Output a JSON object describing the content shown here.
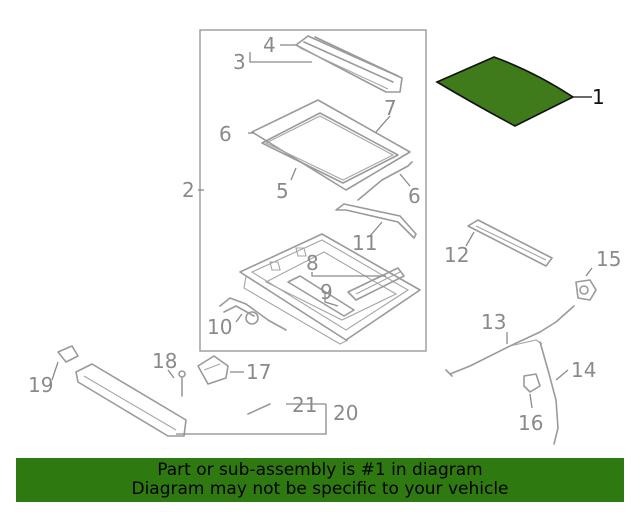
{
  "colors": {
    "highlight_fill": "#3f7a1b",
    "banner_bg": "#2f7a10",
    "part_stroke": "#9a9a9a",
    "label_gray": "#8a8a8a",
    "label_active": "#111111"
  },
  "callouts": [
    {
      "id": "1",
      "label": "1",
      "active": true
    },
    {
      "id": "2",
      "label": "2"
    },
    {
      "id": "3",
      "label": "3"
    },
    {
      "id": "4",
      "label": "4"
    },
    {
      "id": "5",
      "label": "5"
    },
    {
      "id": "6a",
      "label": "6"
    },
    {
      "id": "6b",
      "label": "6"
    },
    {
      "id": "7",
      "label": "7"
    },
    {
      "id": "8",
      "label": "8"
    },
    {
      "id": "9",
      "label": "9"
    },
    {
      "id": "10",
      "label": "10"
    },
    {
      "id": "11",
      "label": "11"
    },
    {
      "id": "12",
      "label": "12"
    },
    {
      "id": "13",
      "label": "13"
    },
    {
      "id": "14",
      "label": "14"
    },
    {
      "id": "15",
      "label": "15"
    },
    {
      "id": "16",
      "label": "16"
    },
    {
      "id": "17",
      "label": "17"
    },
    {
      "id": "18",
      "label": "18"
    },
    {
      "id": "19",
      "label": "19"
    },
    {
      "id": "20",
      "label": "20"
    },
    {
      "id": "21",
      "label": "21"
    }
  ],
  "banner": {
    "line1": "Part or sub-assembly is #1 in diagram",
    "line2": "Diagram may not be specific to your vehicle"
  }
}
